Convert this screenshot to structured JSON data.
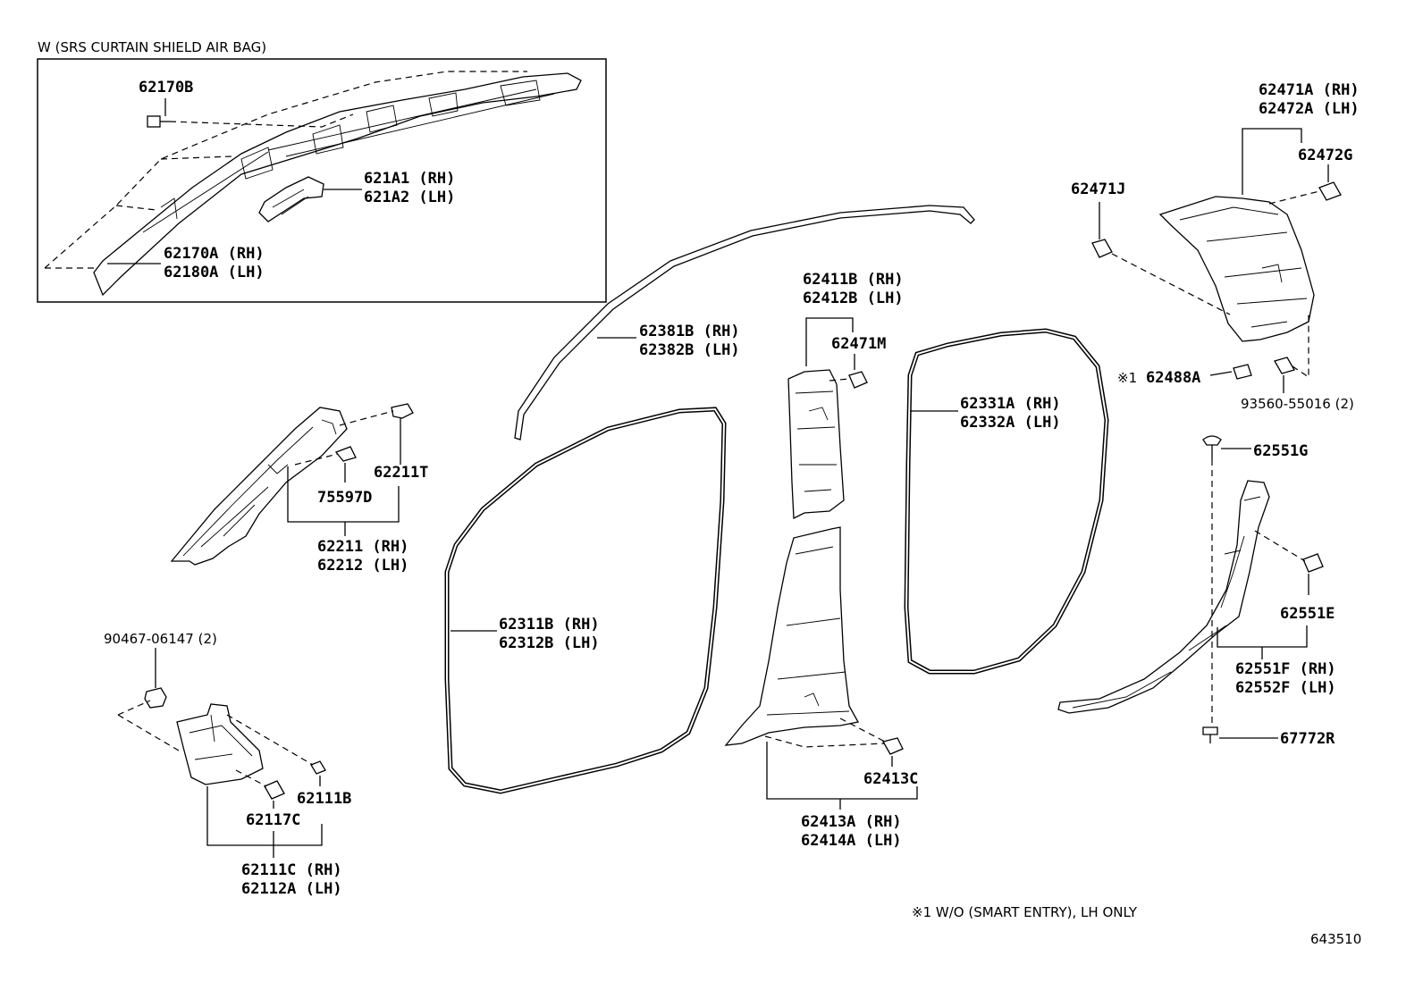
{
  "inset": {
    "title": "W (SRS CURTAIN SHIELD AIR BAG)"
  },
  "labels": {
    "p62170B": "62170B",
    "p621A1": "621A1 (RH)",
    "p621A2": "621A2 (LH)",
    "p62170A": "62170A (RH)",
    "p62180A": "62180A (LH)",
    "p62381B": "62381B (RH)",
    "p62382B": "62382B (LH)",
    "p62411B": "62411B (RH)",
    "p62412B": "62412B (LH)",
    "p62471M": "62471M",
    "p62331A": "62331A (RH)",
    "p62332A": "62332A (LH)",
    "p62471A": "62471A (RH)",
    "p62472A": "62472A (LH)",
    "p62472G": "62472G",
    "p62471J": "62471J",
    "p62488A": "62488A",
    "p62488A_mark": "※1",
    "p93560": "93560-55016 (2)",
    "p62551G": "62551G",
    "p62551E": "62551E",
    "p62551F": "62551F (RH)",
    "p62552F": "62552F (LH)",
    "p67772R": "67772R",
    "p62211T": "62211T",
    "p75597D": "75597D",
    "p62211": "62211 (RH)",
    "p62212": "62212 (LH)",
    "p62311B": "62311B (RH)",
    "p62312B": "62312B (LH)",
    "p90467": "90467-06147 (2)",
    "p62111B": "62111B",
    "p62117C": "62117C",
    "p62111C": "62111C (RH)",
    "p62112A": "62112A (LH)",
    "p62413C": "62413C",
    "p62413A": "62413A (RH)",
    "p62414A": "62414A (LH)"
  },
  "footnote": "※1 W/O (SMART ENTRY), LH ONLY",
  "diagram_id": "643510"
}
